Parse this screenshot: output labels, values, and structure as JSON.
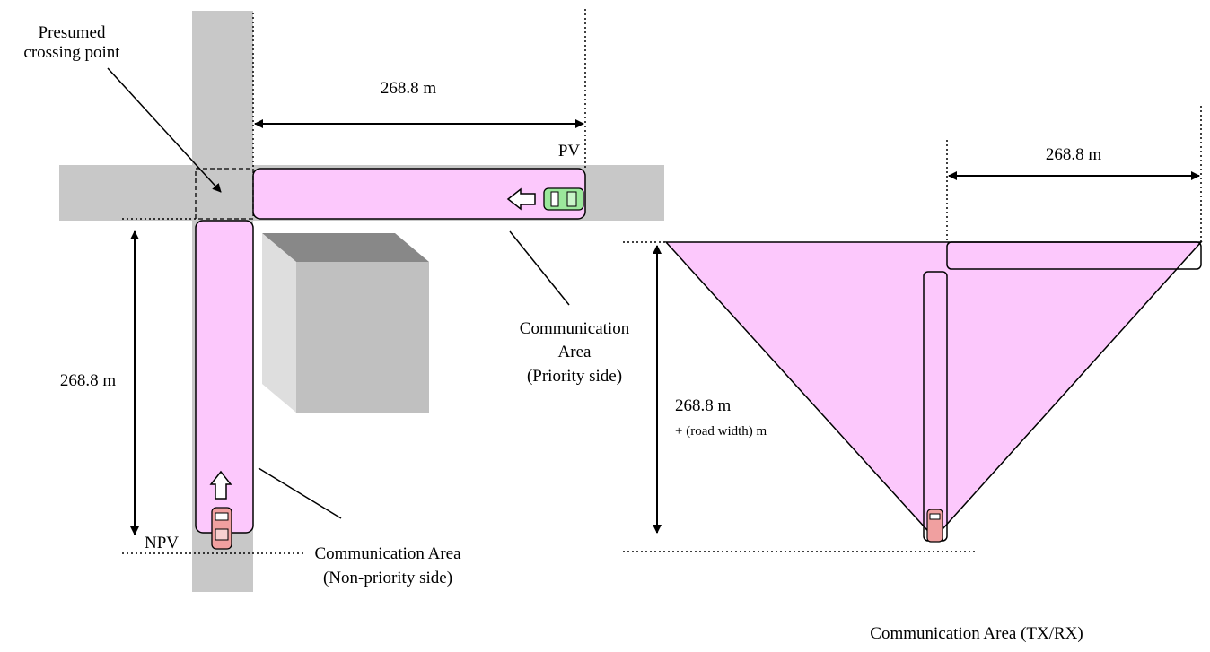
{
  "labels": {
    "presumed_crossing": [
      "Presumed",
      "crossing point"
    ],
    "top_distance": "268.8 m",
    "pv": "PV",
    "left_distance": "268.8 m",
    "npv": "NPV",
    "comm_priority": [
      "Communication",
      "Area",
      "(Priority side)"
    ],
    "comm_nonpriority": [
      "Communication Area",
      "(Non-priority side)"
    ],
    "right_top_distance": "268.8 m",
    "right_vertical_distance": "268.8 m",
    "road_width_note": "+ (road width) m",
    "bottom_caption": "Communication Area (TX/RX)"
  },
  "colors": {
    "road": "#c8c8c8",
    "comm_area": "#fcc8fc",
    "pv_car": "#9be89b",
    "npv_car": "#f0a0a0",
    "building_front": "#c0c0c0",
    "building_top": "#888888",
    "building_side": "#dedede"
  }
}
